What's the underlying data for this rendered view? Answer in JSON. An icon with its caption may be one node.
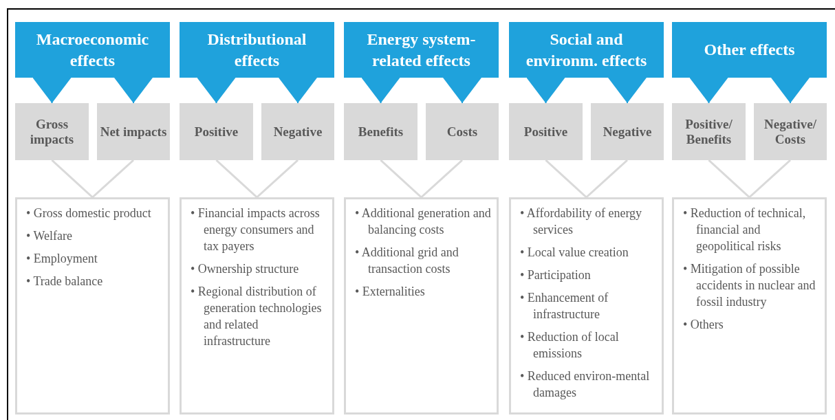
{
  "diagram": {
    "nodes": [
      {
        "text": [
          "Macroeconomic effects"
        ]
      },
      {
        "text": [
          "Gross impacts"
        ]
      },
      {
        "text": [
          "Net impacts"
        ]
      },
      {
        "text": [
          "• Gross domestic product",
          "• Welfare",
          "• Employment",
          "• Trade balance"
        ]
      },
      {
        "text": [
          "Distributional effects"
        ]
      },
      {
        "text": [
          "Positive"
        ]
      },
      {
        "text": [
          "Negative"
        ]
      },
      {
        "text": [
          "• Financial impacts across energy consumers and tax payers",
          "• Ownership structure",
          "• Regional distribution of generation technologies and related infrastructure"
        ]
      },
      {
        "text": [
          "Energy system-related effects"
        ]
      },
      {
        "text": [
          "Benefits"
        ]
      },
      {
        "text": [
          "Costs"
        ]
      },
      {
        "text": [
          "• Additional generation and balancing costs",
          "• Additional grid and transaction costs",
          "• Externalities"
        ]
      },
      {
        "text": [
          "Social and environm. effects"
        ]
      },
      {
        "text": [
          "Positive"
        ]
      },
      {
        "text": [
          "Negative"
        ]
      },
      {
        "text": [
          "• Affordability of energy services",
          "• Local value creation",
          "• Participation",
          "• Enhancement of infrastructure",
          "• Reduction of local emissions",
          "• Reduced environ-mental damages"
        ]
      },
      {
        "text": [
          "Other effects"
        ]
      },
      {
        "text": [
          "Positive/ Benefits"
        ]
      },
      {
        "text": [
          "Negative/ Costs"
        ]
      },
      {
        "text": [
          "• Reduction of technical, financial and geopolitical risks",
          "• Mitigation of possible accidents in nuclear and fossil industry",
          "• Others"
        ]
      }
    ],
    "edges": [
      {
        "from": 0,
        "to": 1,
        "arrow": "to",
        "color": "#1fa2dc"
      },
      {
        "from": 0,
        "to": 2,
        "arrow": "to",
        "color": "#1fa2dc"
      },
      {
        "from": 1,
        "to": 3,
        "arrow": "none",
        "color": "#d9d9d9"
      },
      {
        "from": 2,
        "to": 3,
        "arrow": "none",
        "color": "#d9d9d9"
      },
      {
        "from": 4,
        "to": 5,
        "arrow": "to",
        "color": "#1fa2dc"
      },
      {
        "from": 4,
        "to": 6,
        "arrow": "to",
        "color": "#1fa2dc"
      },
      {
        "from": 5,
        "to": 7,
        "arrow": "none",
        "color": "#d9d9d9"
      },
      {
        "from": 6,
        "to": 7,
        "arrow": "none",
        "color": "#d9d9d9"
      },
      {
        "from": 8,
        "to": 9,
        "arrow": "to",
        "color": "#1fa2dc"
      },
      {
        "from": 8,
        "to": 10,
        "arrow": "to",
        "color": "#1fa2dc"
      },
      {
        "from": 9,
        "to": 11,
        "arrow": "none",
        "color": "#d9d9d9"
      },
      {
        "from": 10,
        "to": 11,
        "arrow": "none",
        "color": "#d9d9d9"
      },
      {
        "from": 12,
        "to": 13,
        "arrow": "to",
        "color": "#1fa2dc"
      },
      {
        "from": 12,
        "to": 14,
        "arrow": "to",
        "color": "#1fa2dc"
      },
      {
        "from": 13,
        "to": 15,
        "arrow": "none",
        "color": "#d9d9d9"
      },
      {
        "from": 14,
        "to": 15,
        "arrow": "none",
        "color": "#d9d9d9"
      },
      {
        "from": 16,
        "to": 17,
        "arrow": "to",
        "color": "#1fa2dc"
      },
      {
        "from": 16,
        "to": 18,
        "arrow": "to",
        "color": "#1fa2dc"
      },
      {
        "from": 17,
        "to": 19,
        "arrow": "none",
        "color": "#d9d9d9"
      },
      {
        "from": 18,
        "to": 19,
        "arrow": "none",
        "color": "#d9d9d9"
      }
    ]
  }
}
